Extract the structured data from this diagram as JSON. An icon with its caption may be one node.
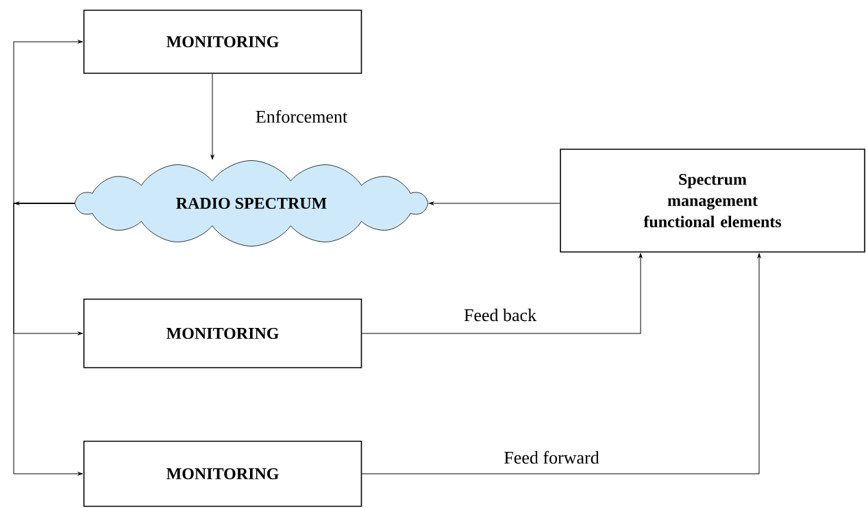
{
  "diagram": {
    "nodes": [
      {
        "text": [
          "MONITORING"
        ]
      },
      {
        "text": [
          "RADIO SPECTRUM"
        ]
      },
      {
        "text": [
          "Spectrum management functional elements"
        ]
      },
      {
        "text": [
          "MONITORING"
        ]
      },
      {
        "text": [
          "MONITORING"
        ]
      }
    ],
    "edges": [
      {
        "from": 0,
        "to": 1,
        "arrow": "to",
        "label": "Enforcement"
      },
      {
        "from": 2,
        "to": 1,
        "arrow": "to"
      },
      {
        "from": 3,
        "to": 2,
        "arrow": "to",
        "label": "Feed back"
      },
      {
        "from": 4,
        "to": 2,
        "arrow": "to",
        "label": "Feed forward"
      },
      {
        "from": 1,
        "to": 0,
        "arrow": "to"
      },
      {
        "from": 1,
        "to": 3,
        "arrow": "to"
      },
      {
        "from": 1,
        "to": 4,
        "arrow": "to"
      }
    ]
  }
}
